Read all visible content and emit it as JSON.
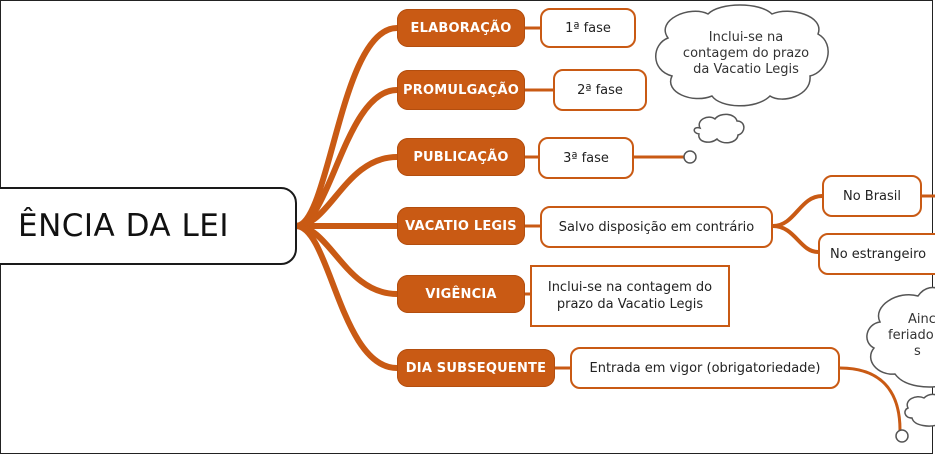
{
  "root": {
    "label": "ÊNCIA DA LEI"
  },
  "branches": [
    {
      "label": "ELABORAÇÃO",
      "detail": "1ª fase"
    },
    {
      "label": "PROMULGAÇÃO",
      "detail": "2ª fase"
    },
    {
      "label": "PUBLICAÇÃO",
      "detail": "3ª fase"
    },
    {
      "label": "VACATIO LEGIS",
      "detail": "Salvo disposição em contrário"
    },
    {
      "label": "VIGÊNCIA",
      "detail": "Inclui-se na contagem do prazo da Vacatio Legis"
    },
    {
      "label": "DIA SUBSEQUENTE",
      "detail": "Entrada em vigor (obrigatoriedade)"
    }
  ],
  "vacatio_children": [
    "No Brasil",
    "No estrangeiro"
  ],
  "cloud_top": "Inclui-se na contagem do prazo da Vacatio Legis",
  "cloud_right": [
    "Ainc",
    "feriado",
    "s"
  ],
  "colors": {
    "accent": "#c95a14",
    "border": "#1a1a1a"
  }
}
